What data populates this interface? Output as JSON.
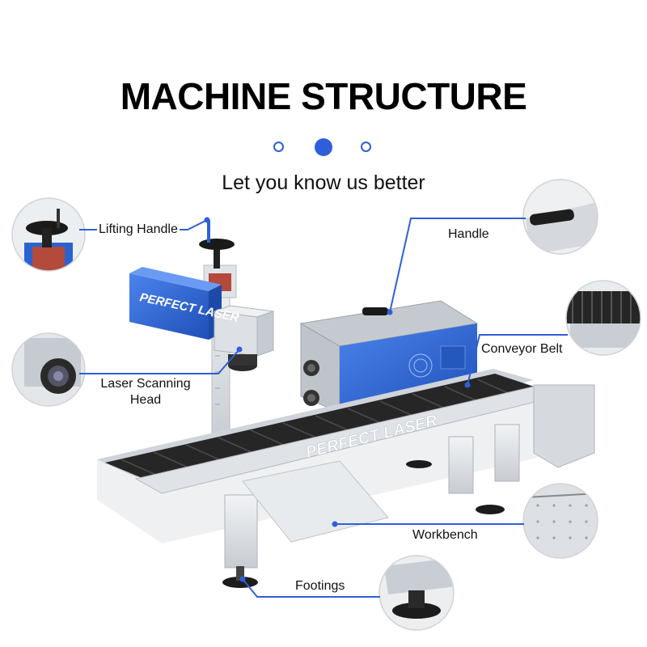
{
  "header": {
    "title": "MACHINE STRUCTURE",
    "subtitle": "Let you know us better"
  },
  "brand": {
    "logo_text": "PERFECT LASER"
  },
  "labels": {
    "lifting_handle": "Lifting Handle",
    "laser_scanning_head_line1": "Laser Scanning",
    "laser_scanning_head_line2": "Head",
    "handle": "Handle",
    "conveyor_belt": "Conveyor Belt",
    "workbench": "Workbench",
    "footings": "Footings"
  },
  "colors": {
    "accent": "#2f5fd8",
    "machine_blue": "#2a63d0",
    "belt": "#2b2b2b",
    "aluminum": "#d7dbe0"
  }
}
